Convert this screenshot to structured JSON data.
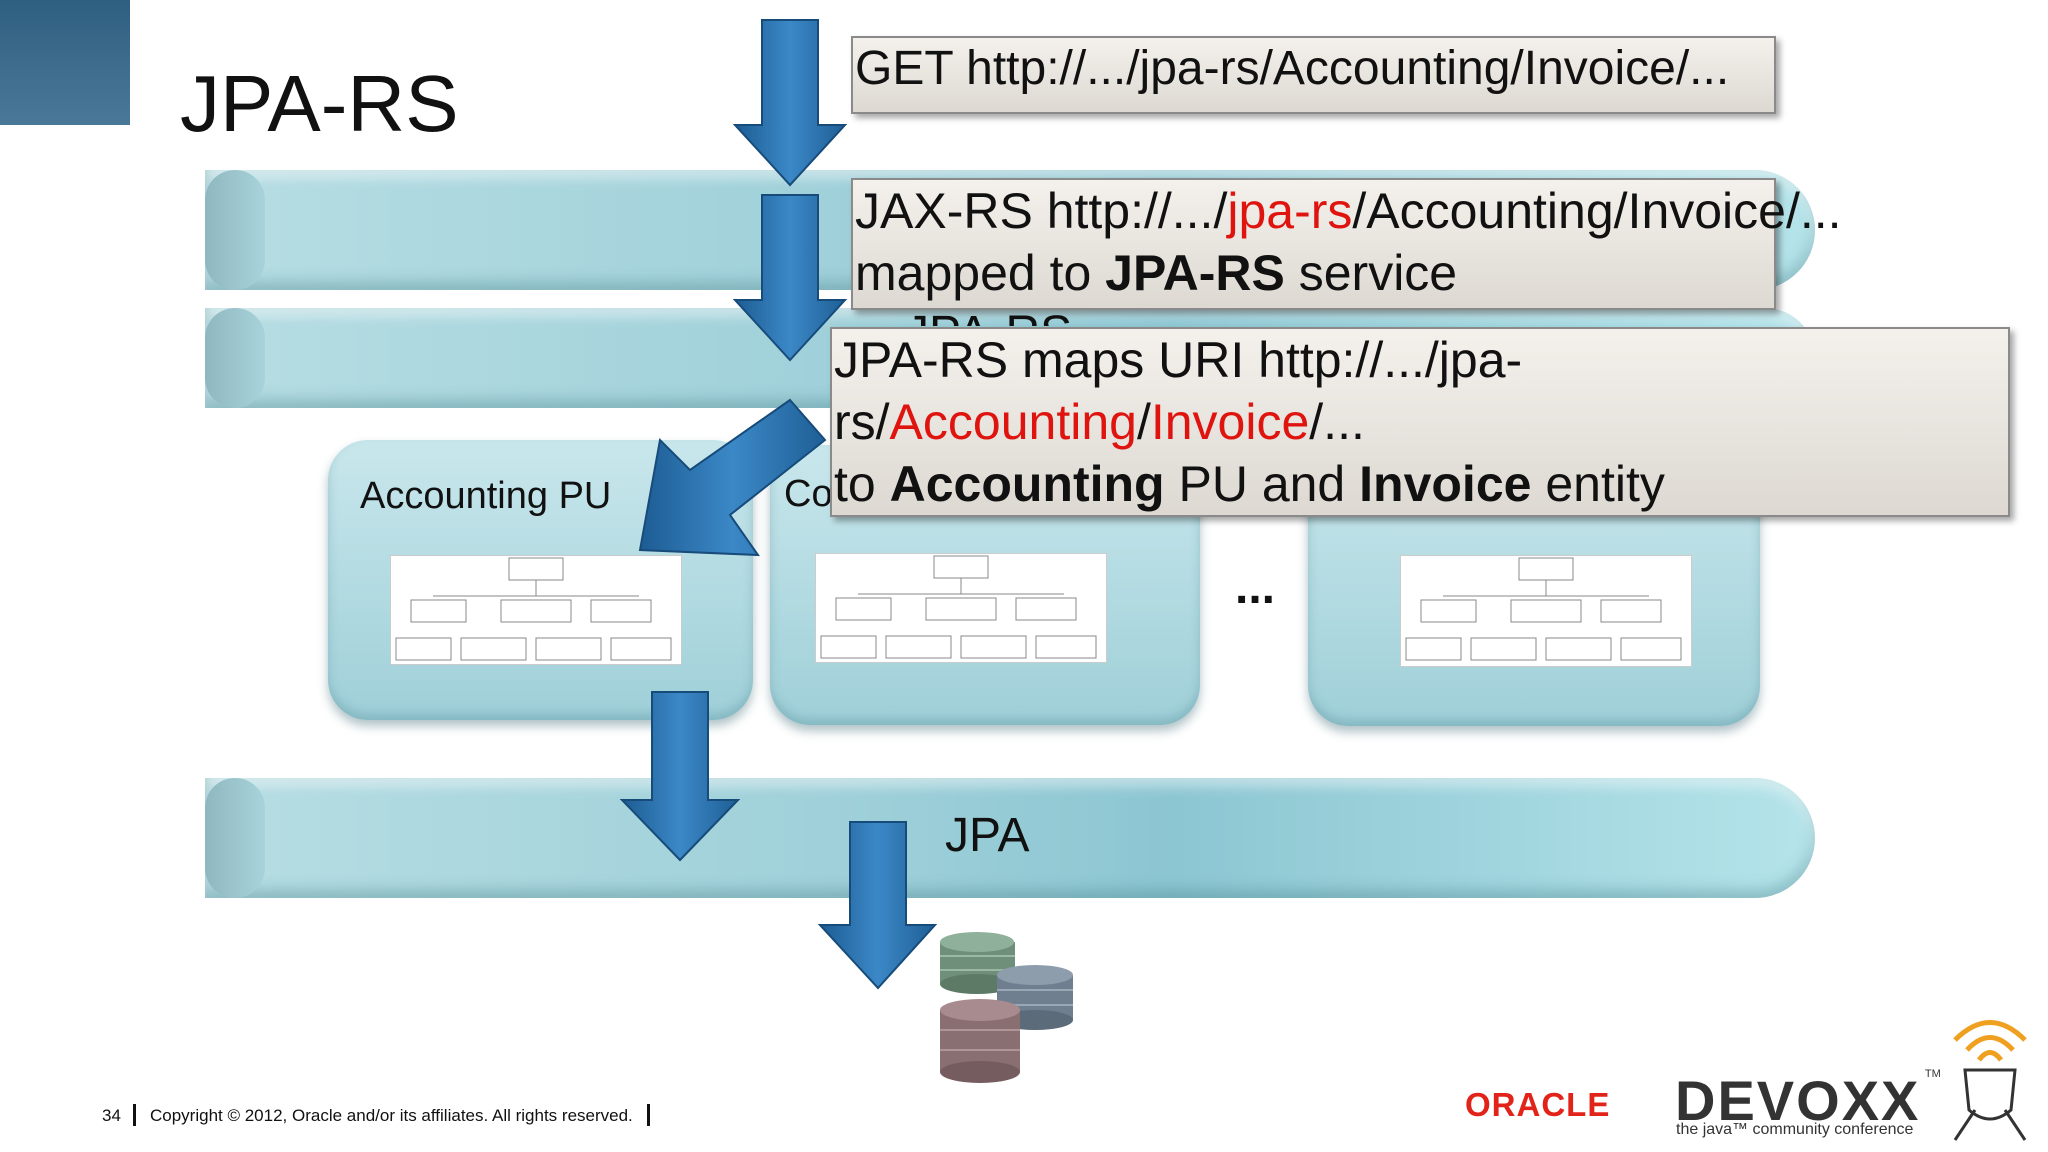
{
  "slide": {
    "title": "JPA-RS",
    "page_number": "34",
    "copyright": "Copyright © 2012, Oracle and/or its affiliates. All rights reserved."
  },
  "callouts": {
    "get": "GET http://.../jpa-rs/Accounting/Invoice/...",
    "jaxrs": {
      "prefix": "JAX-RS  http://.../",
      "highlight": "jpa-rs",
      "suffix": "/Accounting/Invoice/...",
      "line2_pre": "mapped to ",
      "line2_bold": "JPA-RS",
      "line2_post": " service"
    },
    "jparsmap": {
      "line1": "JPA-RS maps URI http://.../jpa-",
      "line2_pre": "rs/",
      "line2_red1": "Accounting",
      "line2_sep": "/",
      "line2_red2": "Invoice",
      "line2_post": "/...",
      "line3_pre": "to ",
      "line3_bold1": "Accounting",
      "line3_mid": " PU and ",
      "line3_bold2": "Invoice",
      "line3_post": " entity"
    }
  },
  "diagram": {
    "pu1_label": "Accounting PU",
    "pu2_label_visible": "Co",
    "ellipsis": "...",
    "jpa_label": "JPA",
    "hidden_band_label": "JPA-RS"
  },
  "logos": {
    "oracle": "ORACLE",
    "devoxx": "DEVOXX",
    "devoxx_tm": "TM",
    "devoxx_tagline": "the java™ community conference"
  },
  "colors": {
    "arrow": "#2a6fab",
    "highlight_red": "#e0140f",
    "oracle_red": "#e2231a",
    "db_green": "#6f8f7a",
    "db_slate": "#6f7f8f",
    "db_mauve": "#8a6f72"
  }
}
